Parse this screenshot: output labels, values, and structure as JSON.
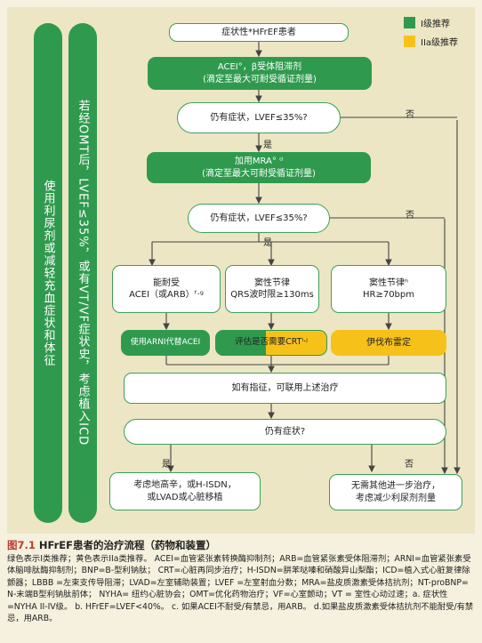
{
  "legend": {
    "class1": "I级推荐",
    "class2a": "IIa级推荐",
    "class1_color": "#2f9a4e",
    "class2a_color": "#f6c21a"
  },
  "left_bar_1": "使用利尿剂或减轻充血症状和体征",
  "left_bar_2": "若经OMT后，LVEF≤35%，或有VT/VF症状史，考虑植入ICD",
  "nodes": {
    "start": "症状性*HFrEF患者",
    "acei": "ACEI°，β受体阻滞剂\n(滴定至最大可耐受循证剂量)",
    "q1": "仍有症状，LVEF≤35%?",
    "mra": "加用MRA° ᵈ\n(滴定至最大可耐受循证剂量)",
    "q2": "仍有症状，LVEF≤35%?",
    "c1": "能耐受\nACEI（或ARB）ᶠ·ᵍ",
    "c2": "窦性节律\nQRS波时限≥130ms",
    "c3": "窦性节律ʰ\nHR≥70bpm",
    "t1": "使用ARNI代替ACEI",
    "t2": "评估是否需要CRTⁱ·ʲ",
    "t3": "伊伐布雷定",
    "combine": "如有指征，可联用上述治疗",
    "q3": "仍有症状?",
    "e1": "考虑地高辛，或H-ISDN，\n或LVAD或心脏移植",
    "e2": "无需其他进一步治疗，\n考虑减少利尿剂剂量"
  },
  "labels": {
    "yes": "是",
    "no": "否"
  },
  "caption": {
    "fig_no": "图7.1",
    "title": "HFrEF患者的治疗流程（药物和装置）",
    "body": "绿色表示I类推荐；黄色表示IIa类推荐。 ACEI=血管紧张素转换酶抑制剂；ARB=血管紧张素受体阻滞剂；ARNI=血管紧张素受体脑啡肽酶抑制剂；BNP=B-型利钠肽； CRT=心脏再同步治疗；H-ISDN=肼苯哒嗪和硝酸异山梨酯；ICD=植入式心脏复律除颤器；LBBB =左束支传导阻滞；LVAD=左室辅助装置；LVEF =左室射血分数；MRA=盐皮质激素受体拮抗剂；NT-proBNP= N-末端B型利钠肽前体； NYHA= 纽约心脏协会；OMT=优化药物治疗；VF=心室颤动；VT = 室性心动过速；a. 症状性=NYHA II-IV级。 b. HFrEF=LVEF<40%。 c. 如果ACEI不耐受/有禁忌，用ARB。 d.如果盐皮质激素受体拮抗剂不能耐受/有禁忌，用ARB。"
  }
}
